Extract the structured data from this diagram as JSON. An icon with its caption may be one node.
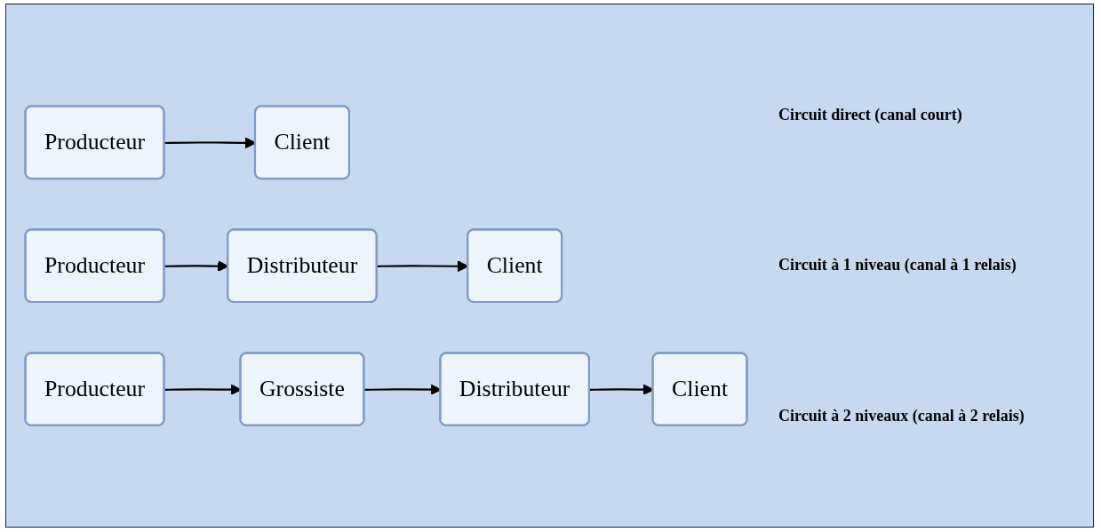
{
  "diagram": {
    "nodes": [
      {
        "text": [
          "Producteur"
        ]
      },
      {
        "text": [
          "Client"
        ]
      },
      {
        "text": [
          "Producteur"
        ]
      },
      {
        "text": [
          "Distributeur"
        ]
      },
      {
        "text": [
          "Client"
        ]
      },
      {
        "text": [
          "Producteur"
        ]
      },
      {
        "text": [
          "Grossiste"
        ]
      },
      {
        "text": [
          "Distributeur"
        ]
      },
      {
        "text": [
          "Client"
        ]
      }
    ],
    "edges": [
      {
        "from": 0,
        "to": 1,
        "arrow": "to"
      },
      {
        "from": 2,
        "to": 3,
        "arrow": "to"
      },
      {
        "from": 3,
        "to": 4,
        "arrow": "to"
      },
      {
        "from": 5,
        "to": 6,
        "arrow": "to"
      },
      {
        "from": 6,
        "to": 7,
        "arrow": "to"
      },
      {
        "from": 7,
        "to": 8,
        "arrow": "to"
      }
    ],
    "labels": [
      "Circuit direct (canal court)",
      "Circuit à 1 niveau (canal à 1 relais)",
      "Circuit à 2 niveaux (canal à 2 relais)"
    ]
  }
}
